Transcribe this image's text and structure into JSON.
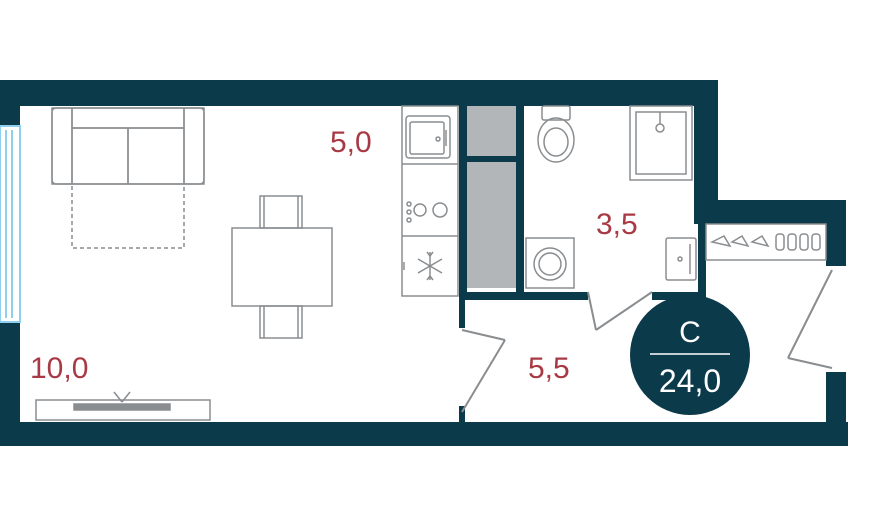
{
  "colors": {
    "wall": "#0b3a4a",
    "furniture_stroke": "#8a8d90",
    "partition_fill": "#b3b6b9",
    "area_text": "#a83a45",
    "badge_fill": "#0b3a4a",
    "badge_text": "#ffffff",
    "window": "#8fd0ee"
  },
  "rooms": [
    {
      "id": "living",
      "area": "10,0"
    },
    {
      "id": "kitchen",
      "area": "5,0"
    },
    {
      "id": "bathroom",
      "area": "3,5"
    },
    {
      "id": "hallway",
      "area": "5,5"
    }
  ],
  "badge": {
    "type": "С",
    "total_area": "24,0"
  },
  "icons": [
    "sofa-icon",
    "dining-table-icon",
    "tv-stand-icon",
    "sink-icon",
    "cooktop-icon",
    "fridge-icon",
    "toilet-icon",
    "shower-icon",
    "washing-machine-icon",
    "washbasin-icon",
    "wardrobe-icon",
    "window-icon",
    "door-icon"
  ]
}
